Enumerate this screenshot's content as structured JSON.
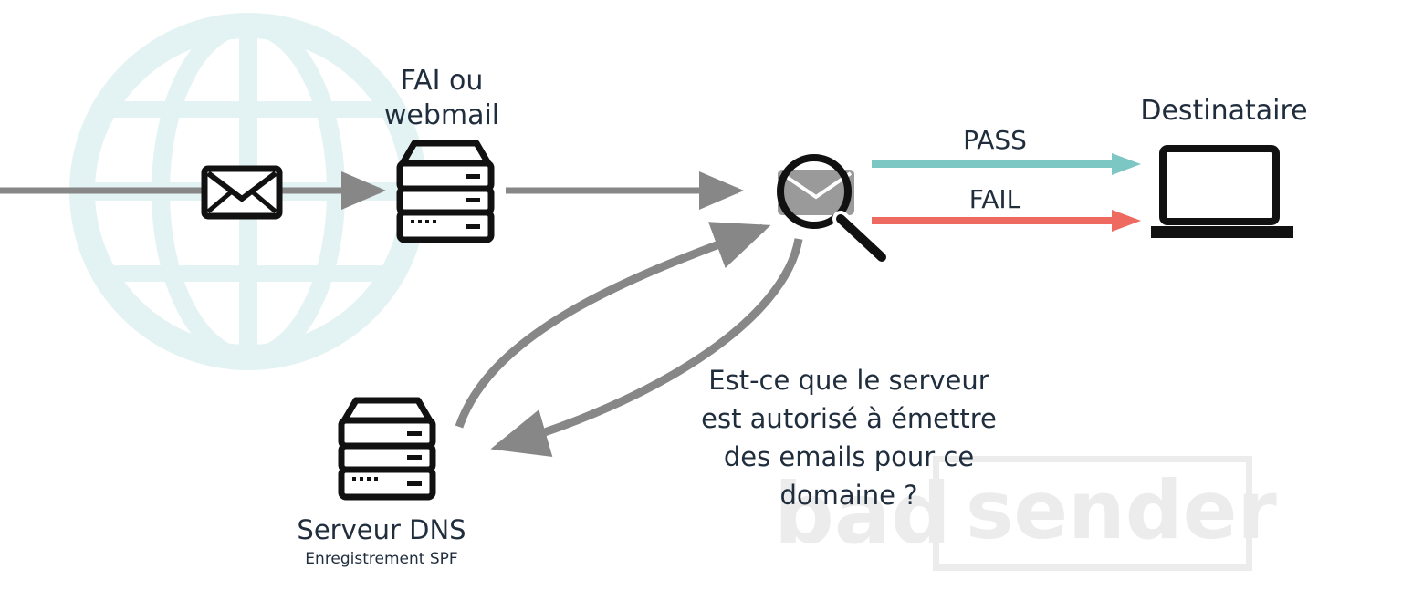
{
  "isp": {
    "line1": "FAI ou",
    "line2": "webmail"
  },
  "recipient": {
    "label": "Destinataire"
  },
  "results": {
    "pass": "PASS",
    "fail": "FAIL"
  },
  "question": {
    "lines": [
      "Est-ce que le serveur",
      "est autorisé à émettre",
      "des emails pour ce",
      "domaine ?"
    ]
  },
  "dns_server": {
    "label": "Serveur DNS",
    "sublabel": "Enregistrement SPF"
  },
  "watermark": {
    "part1": "bad",
    "part2": "sender"
  },
  "colors": {
    "arrow_gray": "#878787",
    "pass_teal": "#7cc6c4",
    "fail_red": "#ee6a60",
    "globe": "#e3f2f2",
    "icon_black": "#111111",
    "text_dark": "#1f2d3d",
    "watermark": "#ececec"
  },
  "icons": [
    "globe-icon",
    "envelope-icon",
    "server-icon",
    "magnifier-envelope-icon",
    "laptop-icon"
  ]
}
